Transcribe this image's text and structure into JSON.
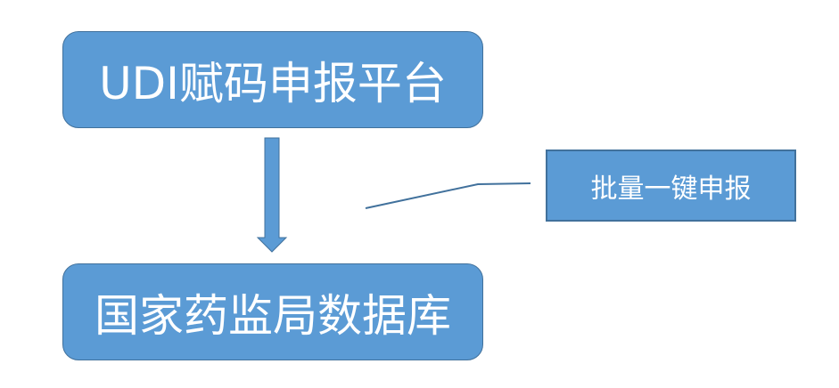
{
  "nodes": {
    "top": "UDI赋码申报平台",
    "bottom": "国家药监局数据库",
    "callout": "批量一键申报"
  },
  "colors": {
    "fill": "#5b9bd5",
    "stroke": "#41719c"
  }
}
